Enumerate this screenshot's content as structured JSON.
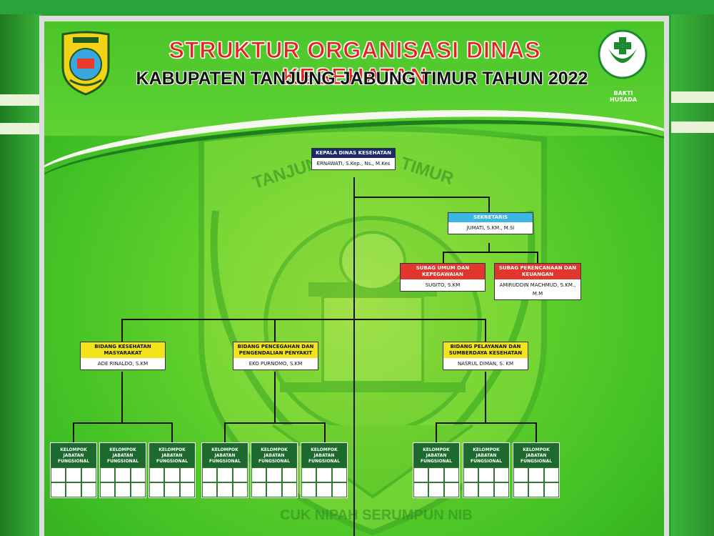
{
  "header": {
    "title": "STRUKTUR ORGANISASI DINAS KESEHATAN",
    "subtitle": "KABUPATEN TANJUNG JABUNG TIMUR TAHUN 2022",
    "right_logo_text": "BAKTI HUSADA"
  },
  "watermark": {
    "top_left": "TANJUNG",
    "top_right": "TIMUR",
    "bottom": "CUK NIPAH SERUMPUN NIB"
  },
  "org": {
    "kepala": {
      "title": "KEPALA DINAS KESEHATAN",
      "name": "ERNAWATI, S.Kep., Ns., M.Kes"
    },
    "sekretaris": {
      "title": "SEKRETARIS",
      "name": "JUMATI, S.KM., M.Si"
    },
    "subag_umum": {
      "title": "SUBAG UMUM DAN KEPEGAWAIAN",
      "name": "SUGITO, S.KM"
    },
    "subag_perencanaan": {
      "title": "SUBAG PERENCANAAN DAN KEUANGAN",
      "name": "AMIRUDDIN MACHMUD, S.KM., M.M"
    },
    "bidang_kesmas": {
      "title": "BIDANG KESEHATAN MASYARAKAT",
      "name": "ADE RINALDO, S.KM"
    },
    "bidang_p2p": {
      "title": "BIDANG PENCEGAHAN DAN PENGENDALIAN PENYAKIT",
      "name": "EKO PURNOMO, S.KM"
    },
    "bidang_yankes": {
      "title": "BIDANG PELAYANAN DAN SUMBERDAYA KESEHATAN",
      "name": "NASRUL DIMAN, S. KM"
    },
    "kelompok_label": "KELOMPOK JABATAN FUNGSIONAL"
  },
  "colors": {
    "navy": "#1c2a6b",
    "sky": "#3eb6e3",
    "red": "#e0362b",
    "yellow": "#f2e31a",
    "dark_green": "#1d6a2e",
    "title_red": "#e0261c"
  }
}
